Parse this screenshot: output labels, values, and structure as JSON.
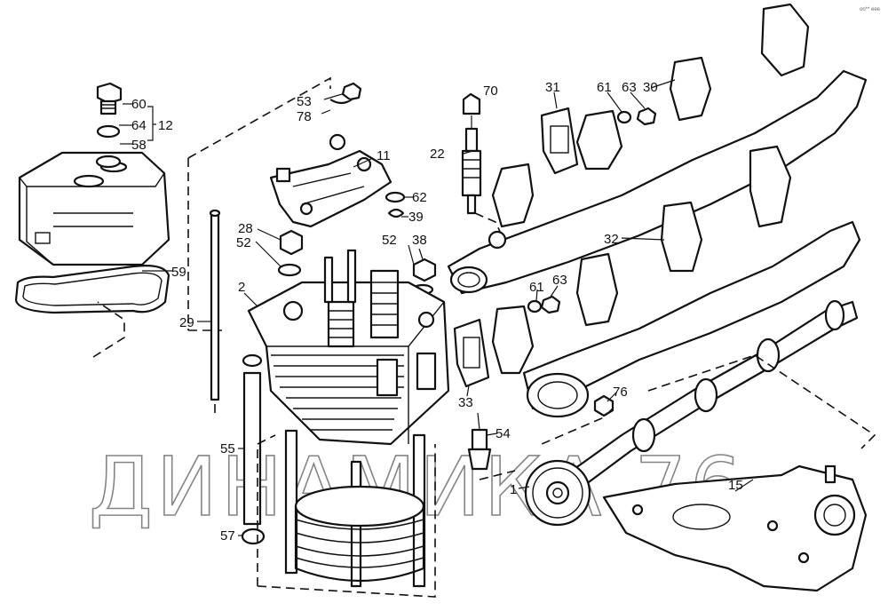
{
  "watermark": "ДИНАМИКА 76",
  "corner_mark": "oo** eee",
  "callouts": {
    "c60": "60",
    "c64": "64",
    "c12": "12",
    "c58": "58",
    "c59": "59",
    "c53": "53",
    "c78": "78",
    "c11": "11",
    "c62": "62",
    "c39": "39",
    "c28": "28",
    "c52a": "52",
    "c52b": "52",
    "c38": "38",
    "c2": "2",
    "c29": "29",
    "c55": "55",
    "c57": "57",
    "c70": "70",
    "c22": "22",
    "c31": "31",
    "c61a": "61",
    "c63a": "63",
    "c30": "30",
    "c32": "32",
    "c61b": "61",
    "c63b": "63",
    "c33": "33",
    "c76": "76",
    "c54": "54",
    "c1": "1",
    "c15": "15"
  },
  "colors": {
    "line": "#111111",
    "background": "#ffffff",
    "watermark": "#333333"
  }
}
